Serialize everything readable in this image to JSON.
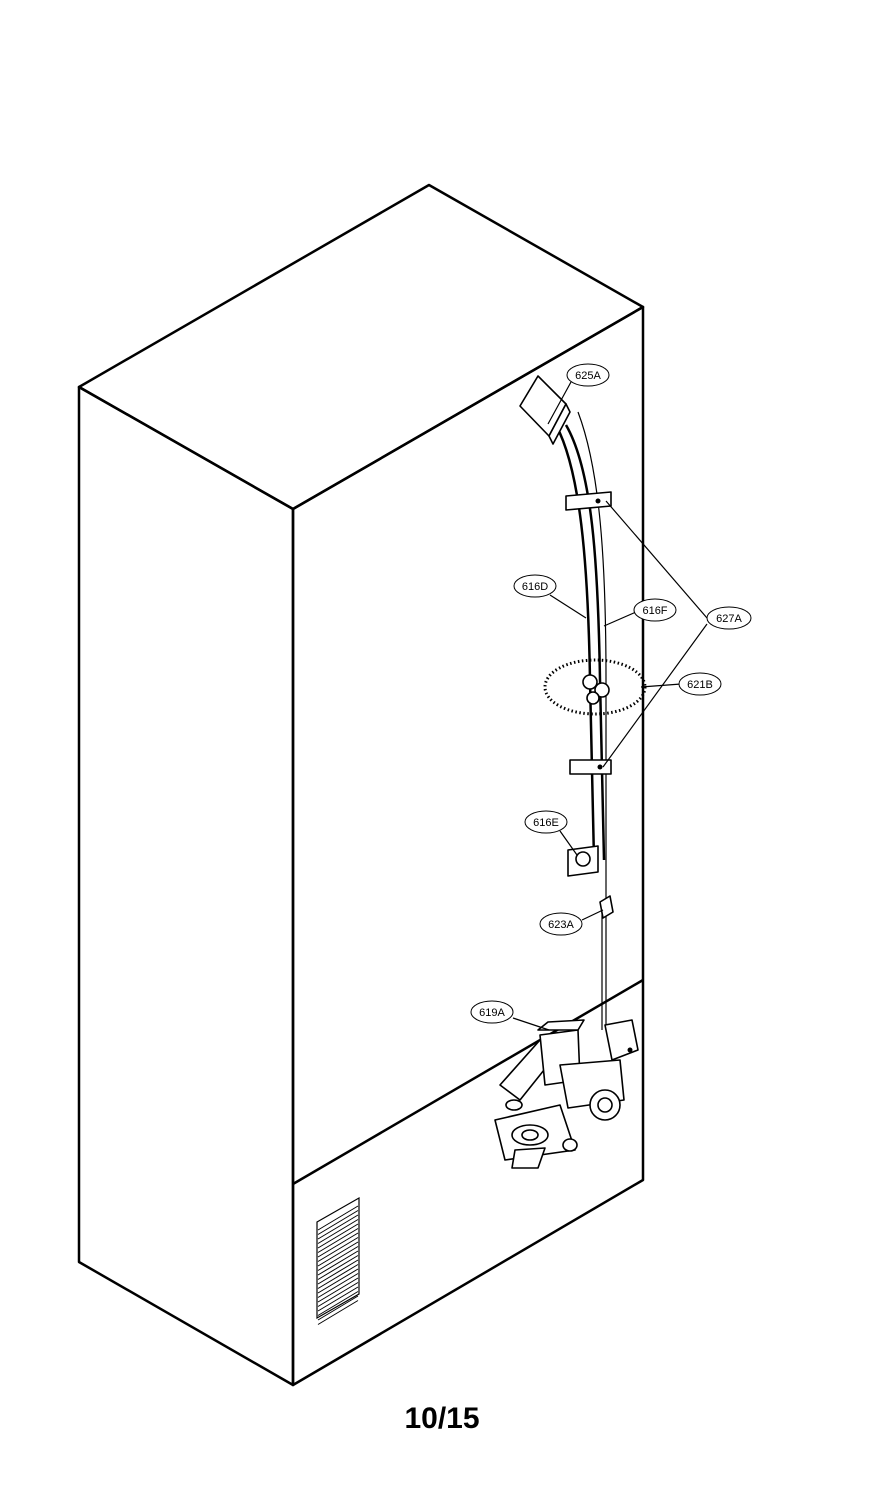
{
  "callouts": {
    "c625A": "625A",
    "c616D": "616D",
    "c616F": "616F",
    "c627A": "627A",
    "c621B": "621B",
    "c616E": "616E",
    "c623A": "623A",
    "c619A": "619A"
  },
  "page_number": "10/15"
}
